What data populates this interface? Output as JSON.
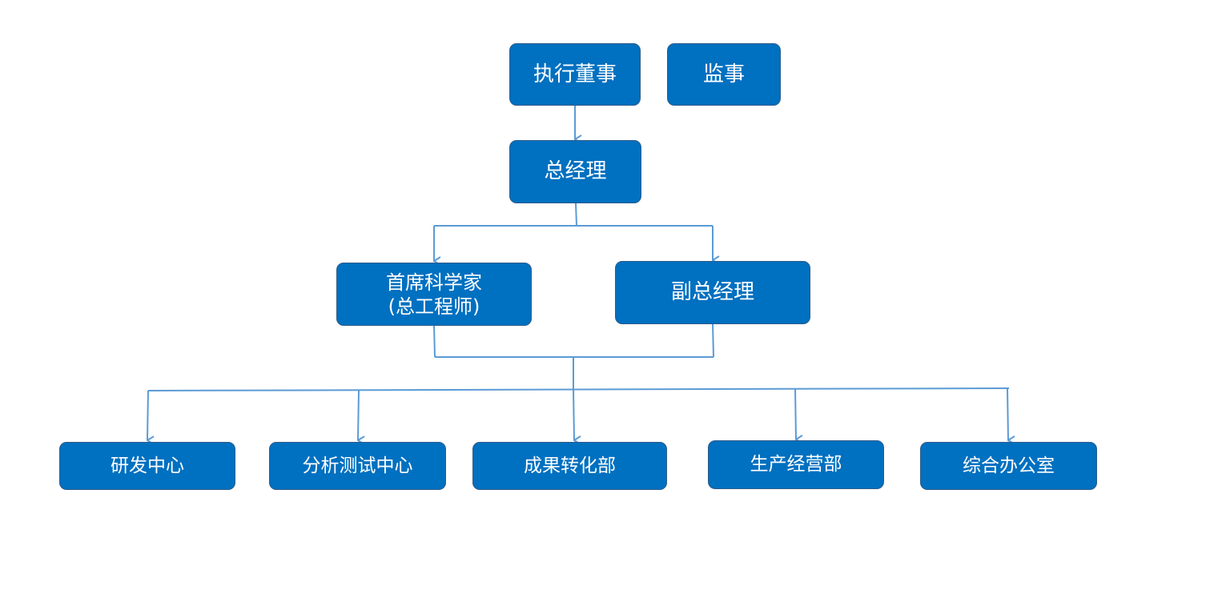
{
  "diagram": {
    "nodes": {
      "executive_director": {
        "label": "执行董事"
      },
      "supervisor": {
        "label": "监事"
      },
      "general_manager": {
        "label": "总经理"
      },
      "chief_scientist": {
        "label_line1": "首席科学家",
        "label_line2": "(总工程师)"
      },
      "deputy_general_manager": {
        "label": "副总经理"
      },
      "rd_center": {
        "label": "研发中心"
      },
      "analysis_testing_center": {
        "label": "分析测试中心"
      },
      "tech_transfer_dept": {
        "label": "成果转化部"
      },
      "production_operations_dept": {
        "label": "生产经营部"
      },
      "general_office": {
        "label": "综合办公室"
      }
    },
    "edges": [
      {
        "from": "executive_director",
        "to": "general_manager"
      },
      {
        "from": "general_manager",
        "to": "chief_scientist"
      },
      {
        "from": "general_manager",
        "to": "deputy_general_manager"
      },
      {
        "from": "chief_scientist",
        "to": "rd_center"
      },
      {
        "from": "chief_scientist",
        "to": "analysis_testing_center"
      },
      {
        "from": "chief_scientist",
        "to": "tech_transfer_dept"
      },
      {
        "from": "chief_scientist",
        "to": "production_operations_dept"
      },
      {
        "from": "chief_scientist",
        "to": "general_office"
      },
      {
        "from": "deputy_general_manager",
        "to": "rd_center"
      },
      {
        "from": "deputy_general_manager",
        "to": "analysis_testing_center"
      },
      {
        "from": "deputy_general_manager",
        "to": "tech_transfer_dept"
      },
      {
        "from": "deputy_general_manager",
        "to": "production_operations_dept"
      },
      {
        "from": "deputy_general_manager",
        "to": "general_office"
      }
    ],
    "colors": {
      "node_fill": "#0070c0",
      "node_border": "#2e5c8a",
      "node_text": "#ffffff",
      "connector": "#5b9bd5"
    }
  }
}
